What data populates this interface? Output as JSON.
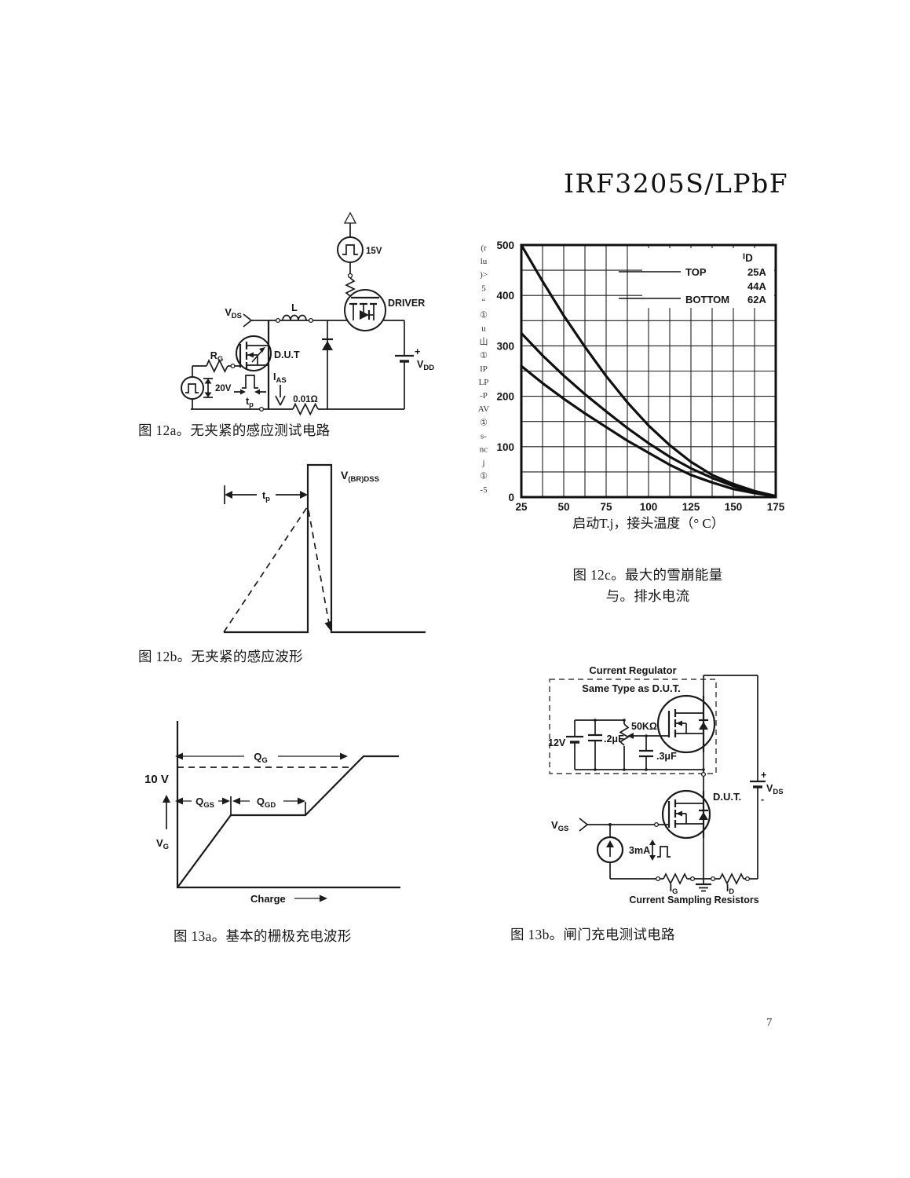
{
  "page": {
    "title": "IRF3205S/LPbF",
    "page_number": "7"
  },
  "fig12a": {
    "caption": "图 12a。无夹紧的感应测试电路",
    "labels": {
      "vds": {
        "t": "V",
        "s": "DS"
      },
      "rg": {
        "t": "R",
        "s": "G"
      },
      "v20": "20V",
      "tp": {
        "t": "t",
        "s": "p"
      },
      "dut": "D.U.T",
      "ias": {
        "t": "I",
        "s": "AS"
      },
      "inductor": "L",
      "driver": "DRIVER",
      "v15": "15V",
      "vdd": {
        "t": "V",
        "s": "DD"
      },
      "plus": "+",
      "shunt": "0.01Ω"
    }
  },
  "fig12b": {
    "caption": "图 12b。无夹紧的感应波形",
    "labels": {
      "vbrdss": {
        "t": "V",
        "s": "(BR)DSS"
      },
      "tp": {
        "t": "t",
        "s": "p"
      }
    }
  },
  "fig12c": {
    "caption_line1": "图 12c。最大的雪崩能量",
    "caption_line2": "与。排水电流"
  },
  "chart_data": {
    "type": "line",
    "title": "",
    "xlabel": "启动T.j，接头温度（° C）",
    "ylabel_lines": [
      "(r",
      "lu",
      ")>",
      "5",
      "“",
      "①",
      "u",
      "山",
      "①",
      "IP",
      "LP",
      "-P",
      "AV",
      "①",
      "s-",
      "nc",
      "j",
      "①",
      "-5"
    ],
    "xlim": [
      25,
      175
    ],
    "ylim": [
      0,
      500
    ],
    "xticks": [
      25,
      50,
      75,
      100,
      125,
      150,
      175
    ],
    "yticks": [
      0,
      100,
      200,
      300,
      400,
      500
    ],
    "x_minor_step": 12.5,
    "y_minor_step": 50,
    "grid": true,
    "legend": {
      "header": {
        "t": "I",
        "s": "D"
      },
      "top_label": "TOP",
      "bottom_label": "BOTTOM",
      "values": [
        "25A",
        "44A",
        "62A"
      ]
    },
    "x": [
      25,
      37.5,
      50,
      62.5,
      75,
      87.5,
      100,
      112.5,
      125,
      137.5,
      150,
      162.5,
      175
    ],
    "series": [
      {
        "name": "TOP 25A",
        "values": [
          500,
          428,
          360,
          298,
          240,
          188,
          142,
          103,
          70,
          44,
          26,
          12,
          2
        ]
      },
      {
        "name": "44A",
        "values": [
          325,
          281,
          241,
          204,
          170,
          137,
          107,
          80,
          57,
          38,
          22,
          10,
          2
        ]
      },
      {
        "name": "BOTTOM 62A",
        "values": [
          260,
          226,
          195,
          166,
          139,
          112,
          88,
          64,
          44,
          29,
          16,
          8,
          2
        ]
      }
    ]
  },
  "fig13a": {
    "caption": "图 13a。基本的栅极充电波形",
    "labels": {
      "v10": "10 V",
      "vg": {
        "t": "V",
        "s": "G"
      },
      "qg": {
        "t": "Q",
        "s": "G"
      },
      "qgs": {
        "t": "Q",
        "s": "GS"
      },
      "qgd": {
        "t": "Q",
        "s": "GD"
      },
      "charge": "Charge"
    }
  },
  "fig13b": {
    "caption": "图 13b。闸门充电测试电路",
    "labels": {
      "current_regulator": "Current Regulator",
      "same_type": "Same Type as D.U.T.",
      "v12": "12V",
      "c2": ".2μF",
      "pot": "50KΩ",
      "c3": ".3μF",
      "dut": "D.U.T.",
      "vds": {
        "t": "V",
        "s": "DS"
      },
      "plus": "+",
      "minus": "-",
      "vgs": {
        "t": "V",
        "s": "GS"
      },
      "i3ma": "3mA",
      "ig": {
        "t": "I",
        "s": "G"
      },
      "id": {
        "t": "I",
        "s": "D"
      },
      "sampling": "Current Sampling Resistors"
    }
  }
}
